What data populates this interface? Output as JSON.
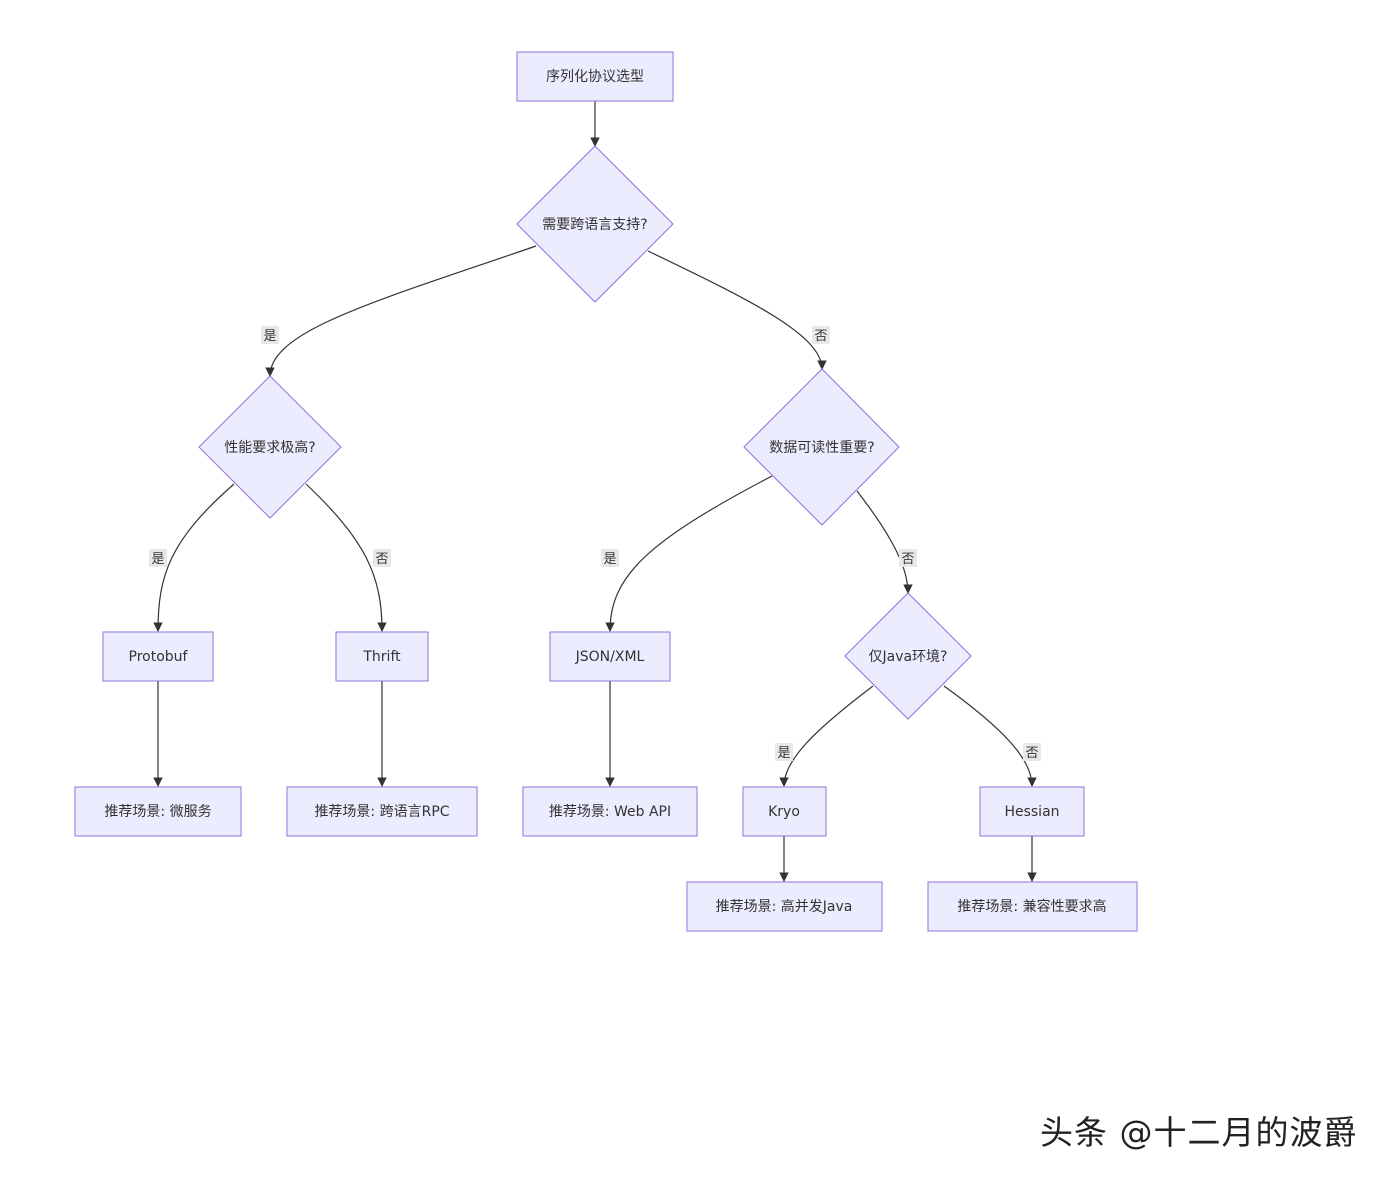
{
  "nodes": {
    "start": "序列化协议选型",
    "q_cross_lang": "需要跨语言支持?",
    "q_perf": "性能要求极高?",
    "q_readable": "数据可读性重要?",
    "protobuf": "Protobuf",
    "thrift": "Thrift",
    "json_xml": "JSON/XML",
    "q_java_only": "仅Java环境?",
    "rec_micro": "推荐场景: 微服务",
    "rec_rpc": "推荐场景: 跨语言RPC",
    "rec_webapi": "推荐场景: Web API",
    "kryo": "Kryo",
    "hessian": "Hessian",
    "rec_java": "推荐场景: 高并发Java",
    "rec_compat": "推荐场景: 兼容性要求高"
  },
  "edge_labels": {
    "cross_yes": "是",
    "cross_no": "否",
    "perf_yes": "是",
    "perf_no": "否",
    "readable_yes": "是",
    "readable_no": "否",
    "java_yes": "是",
    "java_no": "否"
  },
  "watermark": "头条 @十二月的波爵",
  "colors": {
    "node_fill": "#ECECFF",
    "node_stroke": "#9370DB",
    "edge": "#333333"
  }
}
